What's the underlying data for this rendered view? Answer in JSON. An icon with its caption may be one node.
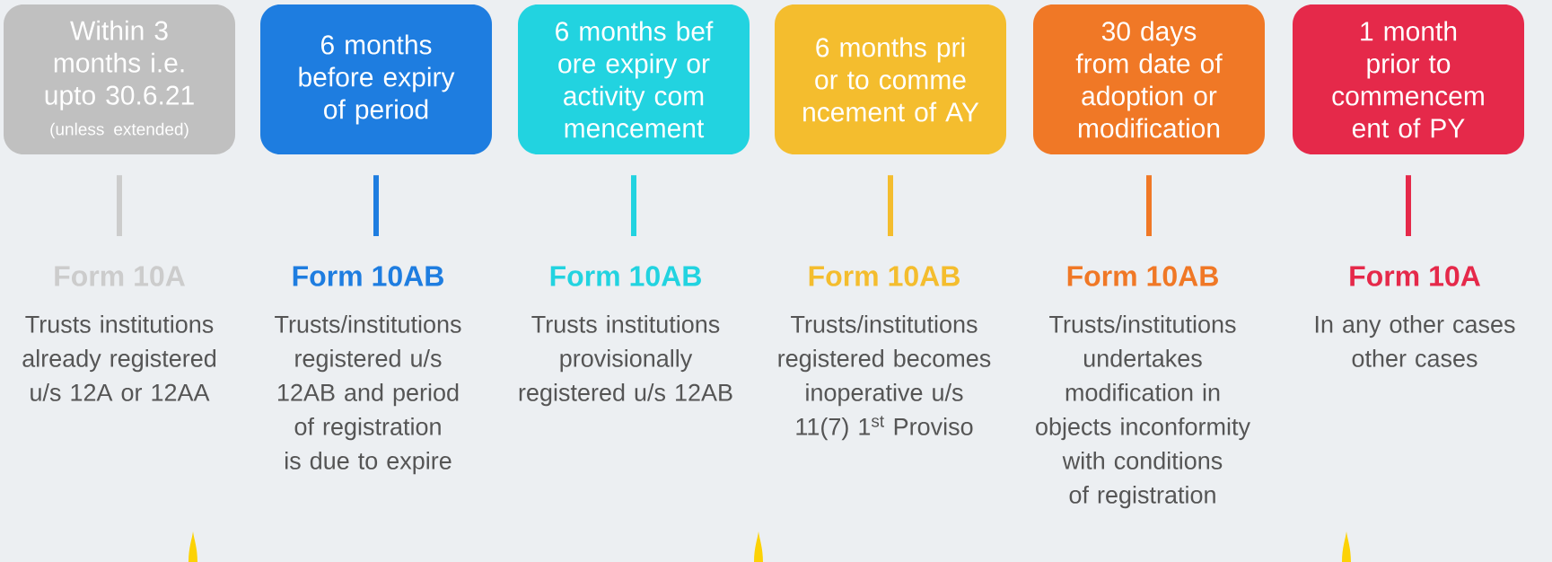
{
  "diagram": {
    "nodes": [
      {
        "text": [
          "Within 3 months i.e. upto 30.6.21",
          "(unless extended)"
        ]
      },
      {
        "text": [
          "6 months before expiry of period"
        ]
      },
      {
        "text": [
          "6 months bef ore expiry or activity com mencement"
        ]
      },
      {
        "text": [
          "6 months pri or to comme ncement of AY"
        ]
      },
      {
        "text": [
          "30 days from date of adoption or modification"
        ]
      },
      {
        "text": [
          "1 month prior to commencem ent of PY"
        ]
      },
      {
        "text": [
          "Form 10A",
          "Trusts institutions already registered u/s 12A or 12AA"
        ]
      },
      {
        "text": [
          "Form 10AB",
          "Trusts/institutions registered u/s 12AB and period of registration is due to expire"
        ]
      },
      {
        "text": [
          "Form 10AB",
          "Trusts institutions provisionally registered u/s 12AB"
        ]
      },
      {
        "text": [
          "Form 10AB",
          "Trusts/institutions registered becomes inoperative u/s 11(7) 1$^{st}$ Proviso"
        ]
      },
      {
        "text": [
          "Form 10AB",
          "Trusts/institutions undertakes modification in objects inconformity with conditions of registration"
        ]
      },
      {
        "text": [
          "Form 10A",
          "In any other cases other cases"
        ]
      }
    ],
    "edges": [
      {
        "from": 0,
        "to": 6,
        "arrow": "none",
        "color": "#cccccc"
      },
      {
        "from": 1,
        "to": 7,
        "arrow": "none",
        "color": "#1e7de0"
      },
      {
        "from": 2,
        "to": 8,
        "arrow": "none",
        "color": "#22d3e0"
      },
      {
        "from": 3,
        "to": 9,
        "arrow": "none",
        "color": "#f4bd2e"
      },
      {
        "from": 4,
        "to": 10,
        "arrow": "none",
        "color": "#f07826"
      },
      {
        "from": 5,
        "to": 11,
        "arrow": "none",
        "color": "#e5294a"
      }
    ]
  }
}
